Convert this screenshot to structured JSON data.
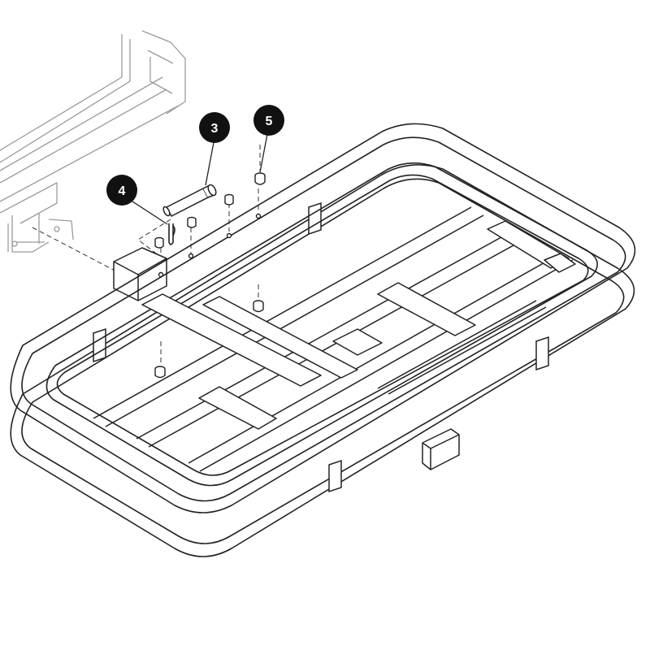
{
  "diagram": {
    "type": "exploded-assembly",
    "callouts": [
      {
        "id": "callout-3",
        "label": "3",
        "part": "hitch-pin"
      },
      {
        "id": "callout-4",
        "label": "4",
        "part": "spring-clip"
      },
      {
        "id": "callout-5",
        "label": "5",
        "part": "end-cap"
      }
    ],
    "colors": {
      "line": "#222222",
      "fill": "#ffffff",
      "callout_fill": "#111111",
      "callout_text": "#ffffff",
      "frame_line": "#999999"
    }
  }
}
